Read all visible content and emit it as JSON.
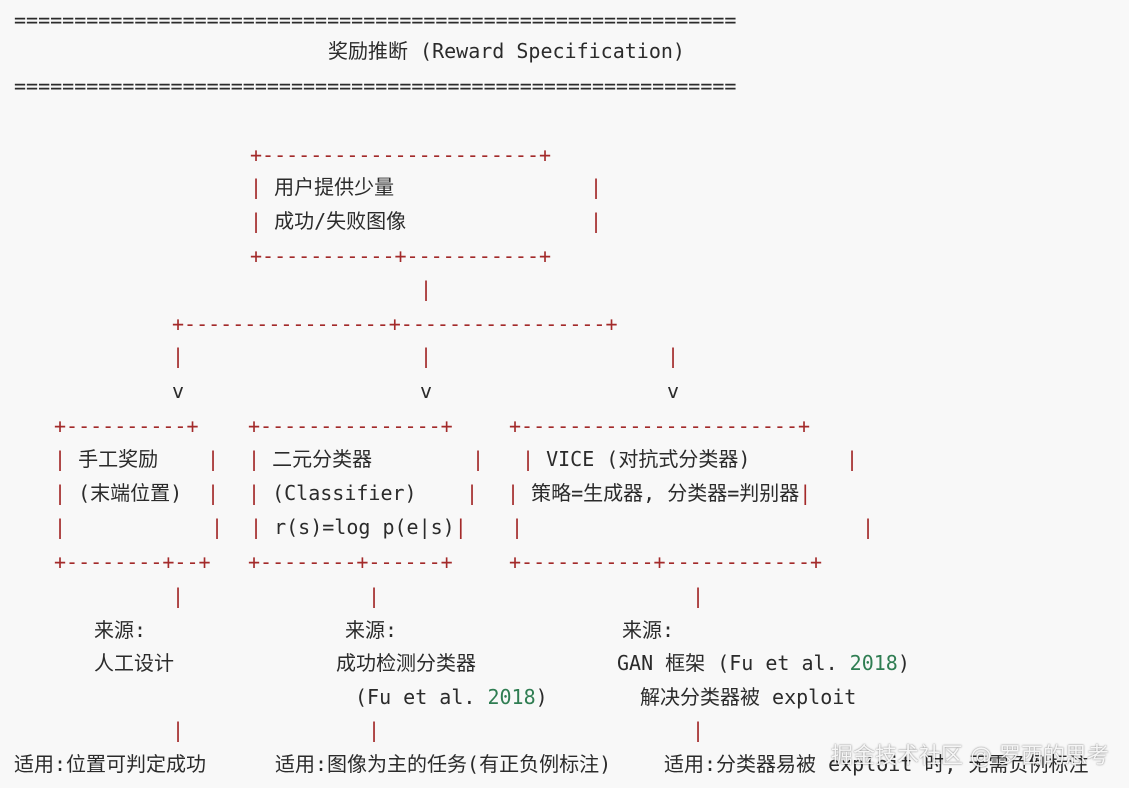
{
  "sep_line": "============================================================",
  "title": "奖励推断 (Reward Specification)",
  "top_box": {
    "border_top": "+-----------------------+",
    "line1": "| 用户提供少量           |",
    "line2": "| 成功/失败图像          |",
    "border_bottom": "+-----------+-----------+"
  },
  "connector": {
    "pipe": "|",
    "branch": "+-----------------+-----------------+",
    "arrow": "v"
  },
  "box_manual": {
    "border_top": "+----------+",
    "line1": "| 手工奖励  |",
    "line2": "| (末端位置)|",
    "line3": "|          |",
    "border_bottom": "+--------+--+"
  },
  "box_classifier": {
    "border_top": "+---------------+",
    "line1": "| 二元分类器     |",
    "line2": "| (Classifier)  |",
    "line3": "| r(s)=log p(e|s)|",
    "border_bottom": "+--------+------+"
  },
  "box_vice": {
    "border_top": "+-----------------------+",
    "line1": "| VICE (对抗式分类器)      |",
    "line2": "| 策略=生成器, 分类器=判别器|",
    "line3": "|                        |",
    "border_bottom": "+-----------+------------+"
  },
  "source_manual": {
    "label": "来源:",
    "value": "人工设计",
    "use": "适用:位置可判定成功"
  },
  "source_classifier": {
    "label": "来源:",
    "value": "成功检测分类器",
    "cite_pre": "(Fu et al. ",
    "cite_year": "2018",
    "cite_post": ")",
    "use": "适用:图像为主的任务(有正负例标注)"
  },
  "source_vice": {
    "label": "来源:",
    "value_pre": "GAN 框架 (Fu et al. ",
    "value_year": "2018",
    "value_post": ")",
    "value2": "解决分类器被 exploit",
    "use": "适用:分类器易被 exploit 时, 无需负例标注"
  },
  "watermark": "掘金技术社区 @ 罗西的思考"
}
